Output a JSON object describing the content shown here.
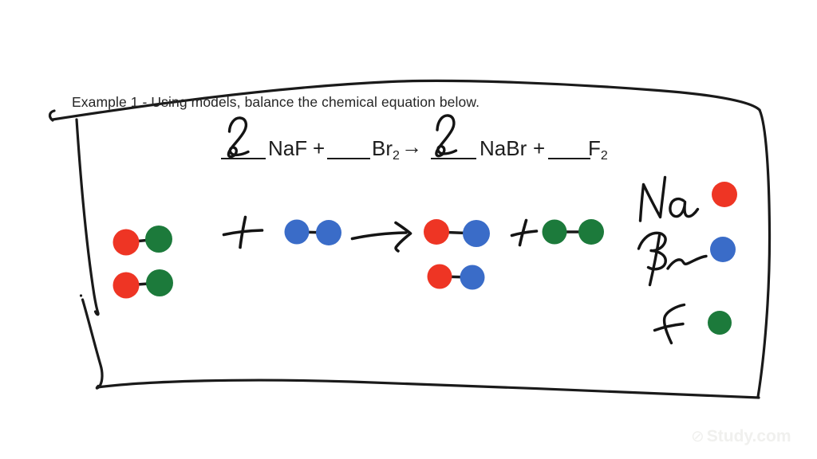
{
  "title": "Example 1 - Using models, balance the chemical equation below.",
  "equation": {
    "coeff1": "2",
    "term1": "NaF",
    "plus1": "+",
    "term2_base": "Br",
    "term2_sub": "2",
    "arrow": "→",
    "coeff2": "2",
    "term3": "NaBr",
    "plus2": "+",
    "term4_base": "F",
    "term4_sub": "2"
  },
  "model_row": {
    "plus1": "+",
    "arrow": "→",
    "plus2": "+",
    "reactants": [
      "NaF",
      "NaF",
      "Br2"
    ],
    "products": [
      "NaBr",
      "NaBr",
      "F2"
    ]
  },
  "molecules": [
    {
      "id": "reactant-naf-1",
      "formula": "NaF",
      "atoms": [
        "Na",
        "F"
      ]
    },
    {
      "id": "reactant-naf-2",
      "formula": "NaF",
      "atoms": [
        "Na",
        "F"
      ]
    },
    {
      "id": "reactant-br2",
      "formula": "Br2",
      "atoms": [
        "Br",
        "Br"
      ]
    },
    {
      "id": "product-nabr-1",
      "formula": "NaBr",
      "atoms": [
        "Na",
        "Br"
      ]
    },
    {
      "id": "product-nabr-2",
      "formula": "NaBr",
      "atoms": [
        "Na",
        "Br"
      ]
    },
    {
      "id": "product-f2",
      "formula": "F2",
      "atoms": [
        "F",
        "F"
      ]
    }
  ],
  "legend": [
    {
      "symbol": "Na",
      "color": "#ee3524"
    },
    {
      "symbol": "Br",
      "color": "#3a6cc8"
    },
    {
      "symbol": "F",
      "color": "#1c7a3b"
    }
  ],
  "colors": {
    "ink": "#1a1a1a",
    "na_red": "#ee3524",
    "br_blue": "#3a6cc8",
    "f_green": "#1c7a3b"
  },
  "watermark": {
    "logo": "circle-slash-icon",
    "text": "Study.com"
  }
}
